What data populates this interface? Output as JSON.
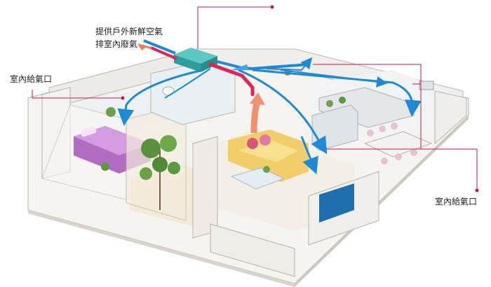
{
  "labels": {
    "fresh_air_in": "提供戶外新鮮空氣",
    "exhaust_out": "排室內廢氣",
    "indoor_supply_left": "室內給氣口",
    "indoor_supply_right": "室內給氣口"
  },
  "colors": {
    "supply_air": "#1e8ad6",
    "exhaust_air": "#e0245e",
    "outdoor_exhaust_arrow": "#ef7a5a",
    "leader_line": "#c2185b",
    "ventilation_unit": "#35b3b0"
  }
}
